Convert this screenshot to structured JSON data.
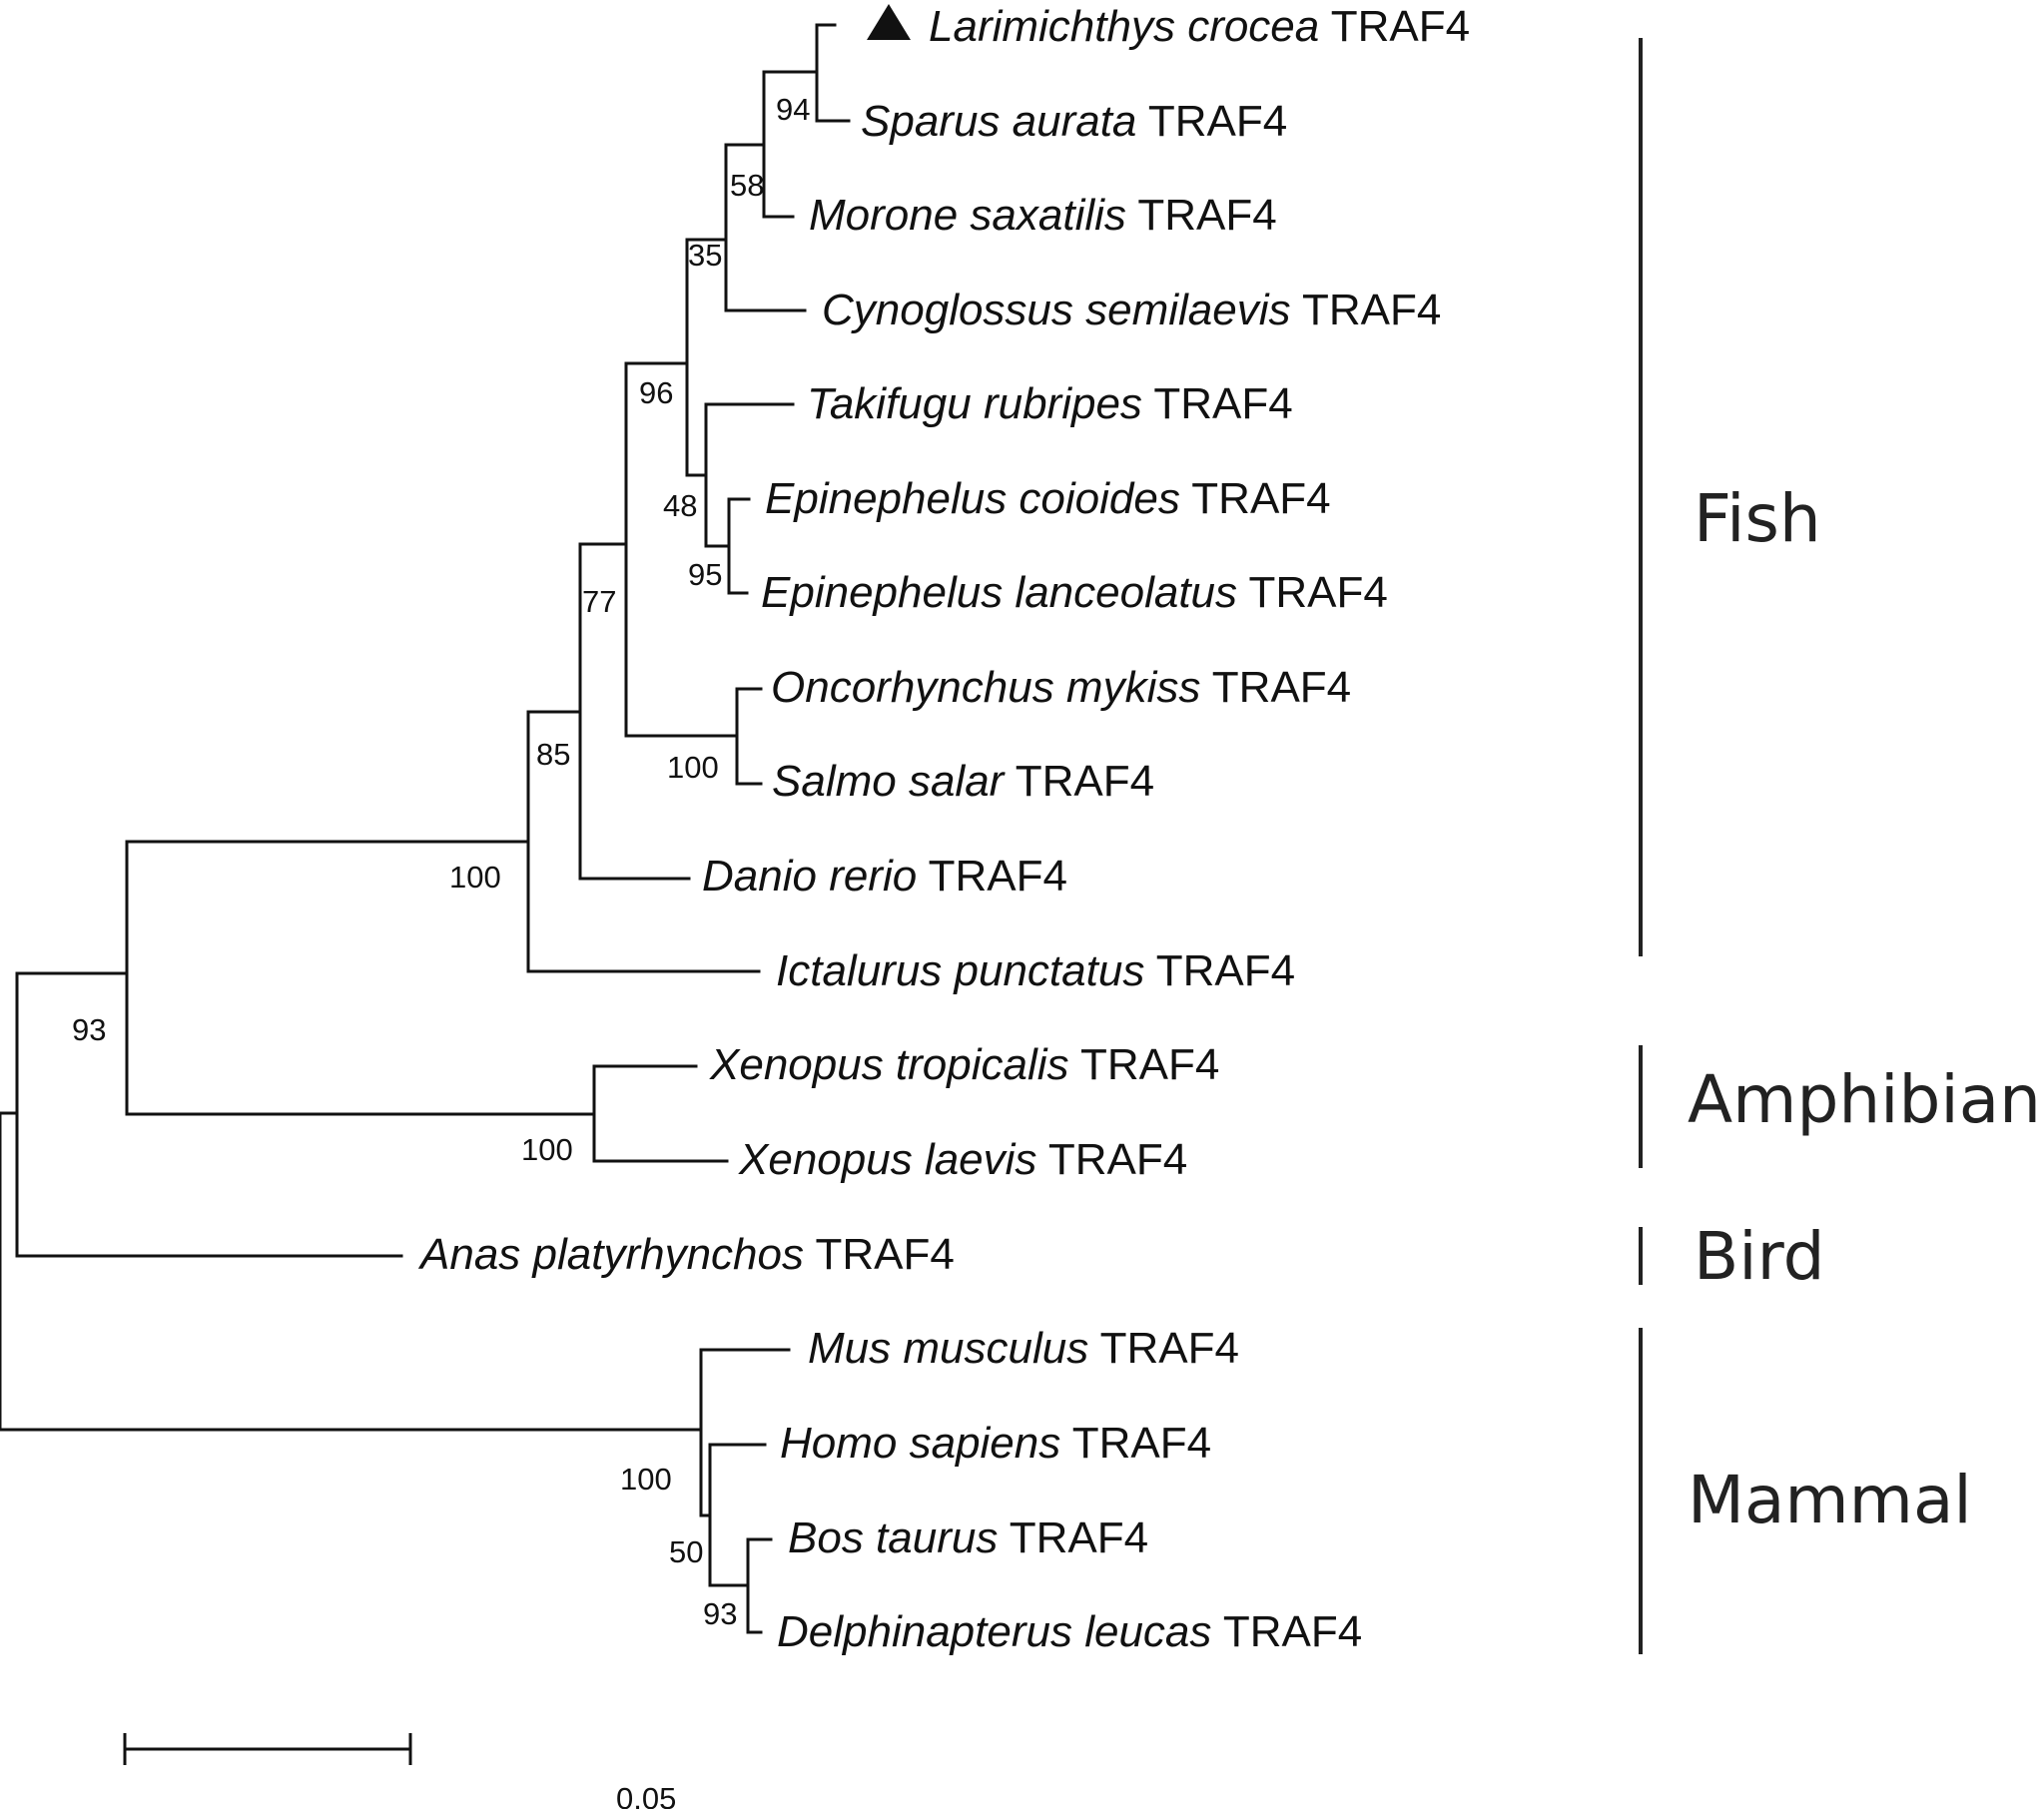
{
  "tree": {
    "taxa": [
      {
        "species": "Larimichthys crocea",
        "gene": "TRAF4",
        "marker": "filled-triangle"
      },
      {
        "species": "Sparus aurata",
        "gene": "TRAF4"
      },
      {
        "species": "Morone saxatilis",
        "gene": "TRAF4"
      },
      {
        "species": "Cynoglossus semilaevis",
        "gene": "TRAF4"
      },
      {
        "species": "Takifugu rubripes",
        "gene": "TRAF4"
      },
      {
        "species": "Epinephelus coioides",
        "gene": "TRAF4"
      },
      {
        "species": "Epinephelus lanceolatus",
        "gene": "TRAF4"
      },
      {
        "species": "Oncorhynchus mykiss",
        "gene": "TRAF4"
      },
      {
        "species": "Salmo salar",
        "gene": "TRAF4"
      },
      {
        "species": "Danio rerio",
        "gene": "TRAF4"
      },
      {
        "species": "Ictalurus punctatus",
        "gene": "TRAF4"
      },
      {
        "species": "Xenopus tropicalis",
        "gene": "TRAF4"
      },
      {
        "species": "Xenopus laevis",
        "gene": "TRAF4"
      },
      {
        "species": "Anas platyrhynchos",
        "gene": "TRAF4"
      },
      {
        "species": "Mus musculus",
        "gene": "TRAF4"
      },
      {
        "species": "Homo sapiens",
        "gene": "TRAF4"
      },
      {
        "species": "Bos taurus",
        "gene": "TRAF4"
      },
      {
        "species": "Delphinapterus leucas",
        "gene": "TRAF4"
      }
    ],
    "support_values": [
      "94",
      "58",
      "35",
      "96",
      "48",
      "95",
      "77",
      "100",
      "85",
      "100",
      "93",
      "100",
      "100",
      "50",
      "93"
    ]
  },
  "groups": [
    {
      "label": "Fish"
    },
    {
      "label": "Amphibian"
    },
    {
      "label": "Bird"
    },
    {
      "label": "Mammal"
    }
  ],
  "scale_bar": {
    "label": "0.05"
  }
}
